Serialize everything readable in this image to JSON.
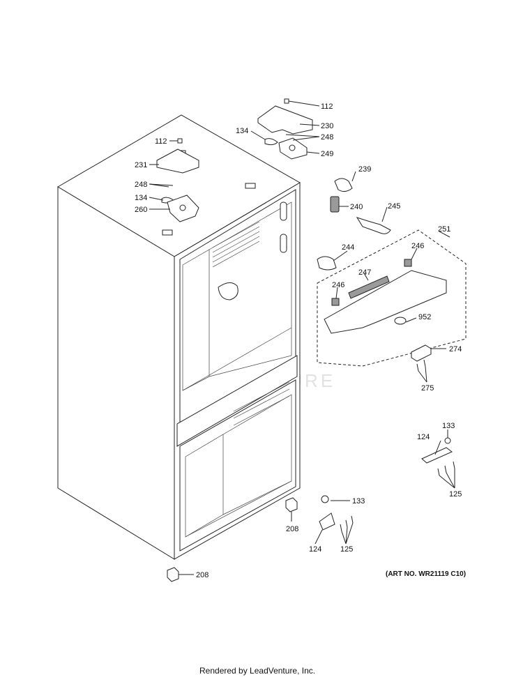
{
  "watermark": "LEADVENTURE",
  "art_no": "(ART NO. WR21119 C10)",
  "footer": "Rendered by LeadVenture, Inc.",
  "callouts": {
    "c112a": "112",
    "c230": "230",
    "c134a": "134",
    "c248a": "248",
    "c249": "249",
    "c112b": "112",
    "c231": "231",
    "c248b": "248",
    "c134b": "134",
    "c260": "260",
    "c239": "239",
    "c240": "240",
    "c245": "245",
    "c251": "251",
    "c244": "244",
    "c246a": "246",
    "c247": "247",
    "c246b": "246",
    "c952": "952",
    "c274": "274",
    "c275": "275",
    "c133a": "133",
    "c124a": "124",
    "c125a": "125",
    "c133b": "133",
    "c208a": "208",
    "c124b": "124",
    "c125b": "125",
    "c208b": "208"
  }
}
